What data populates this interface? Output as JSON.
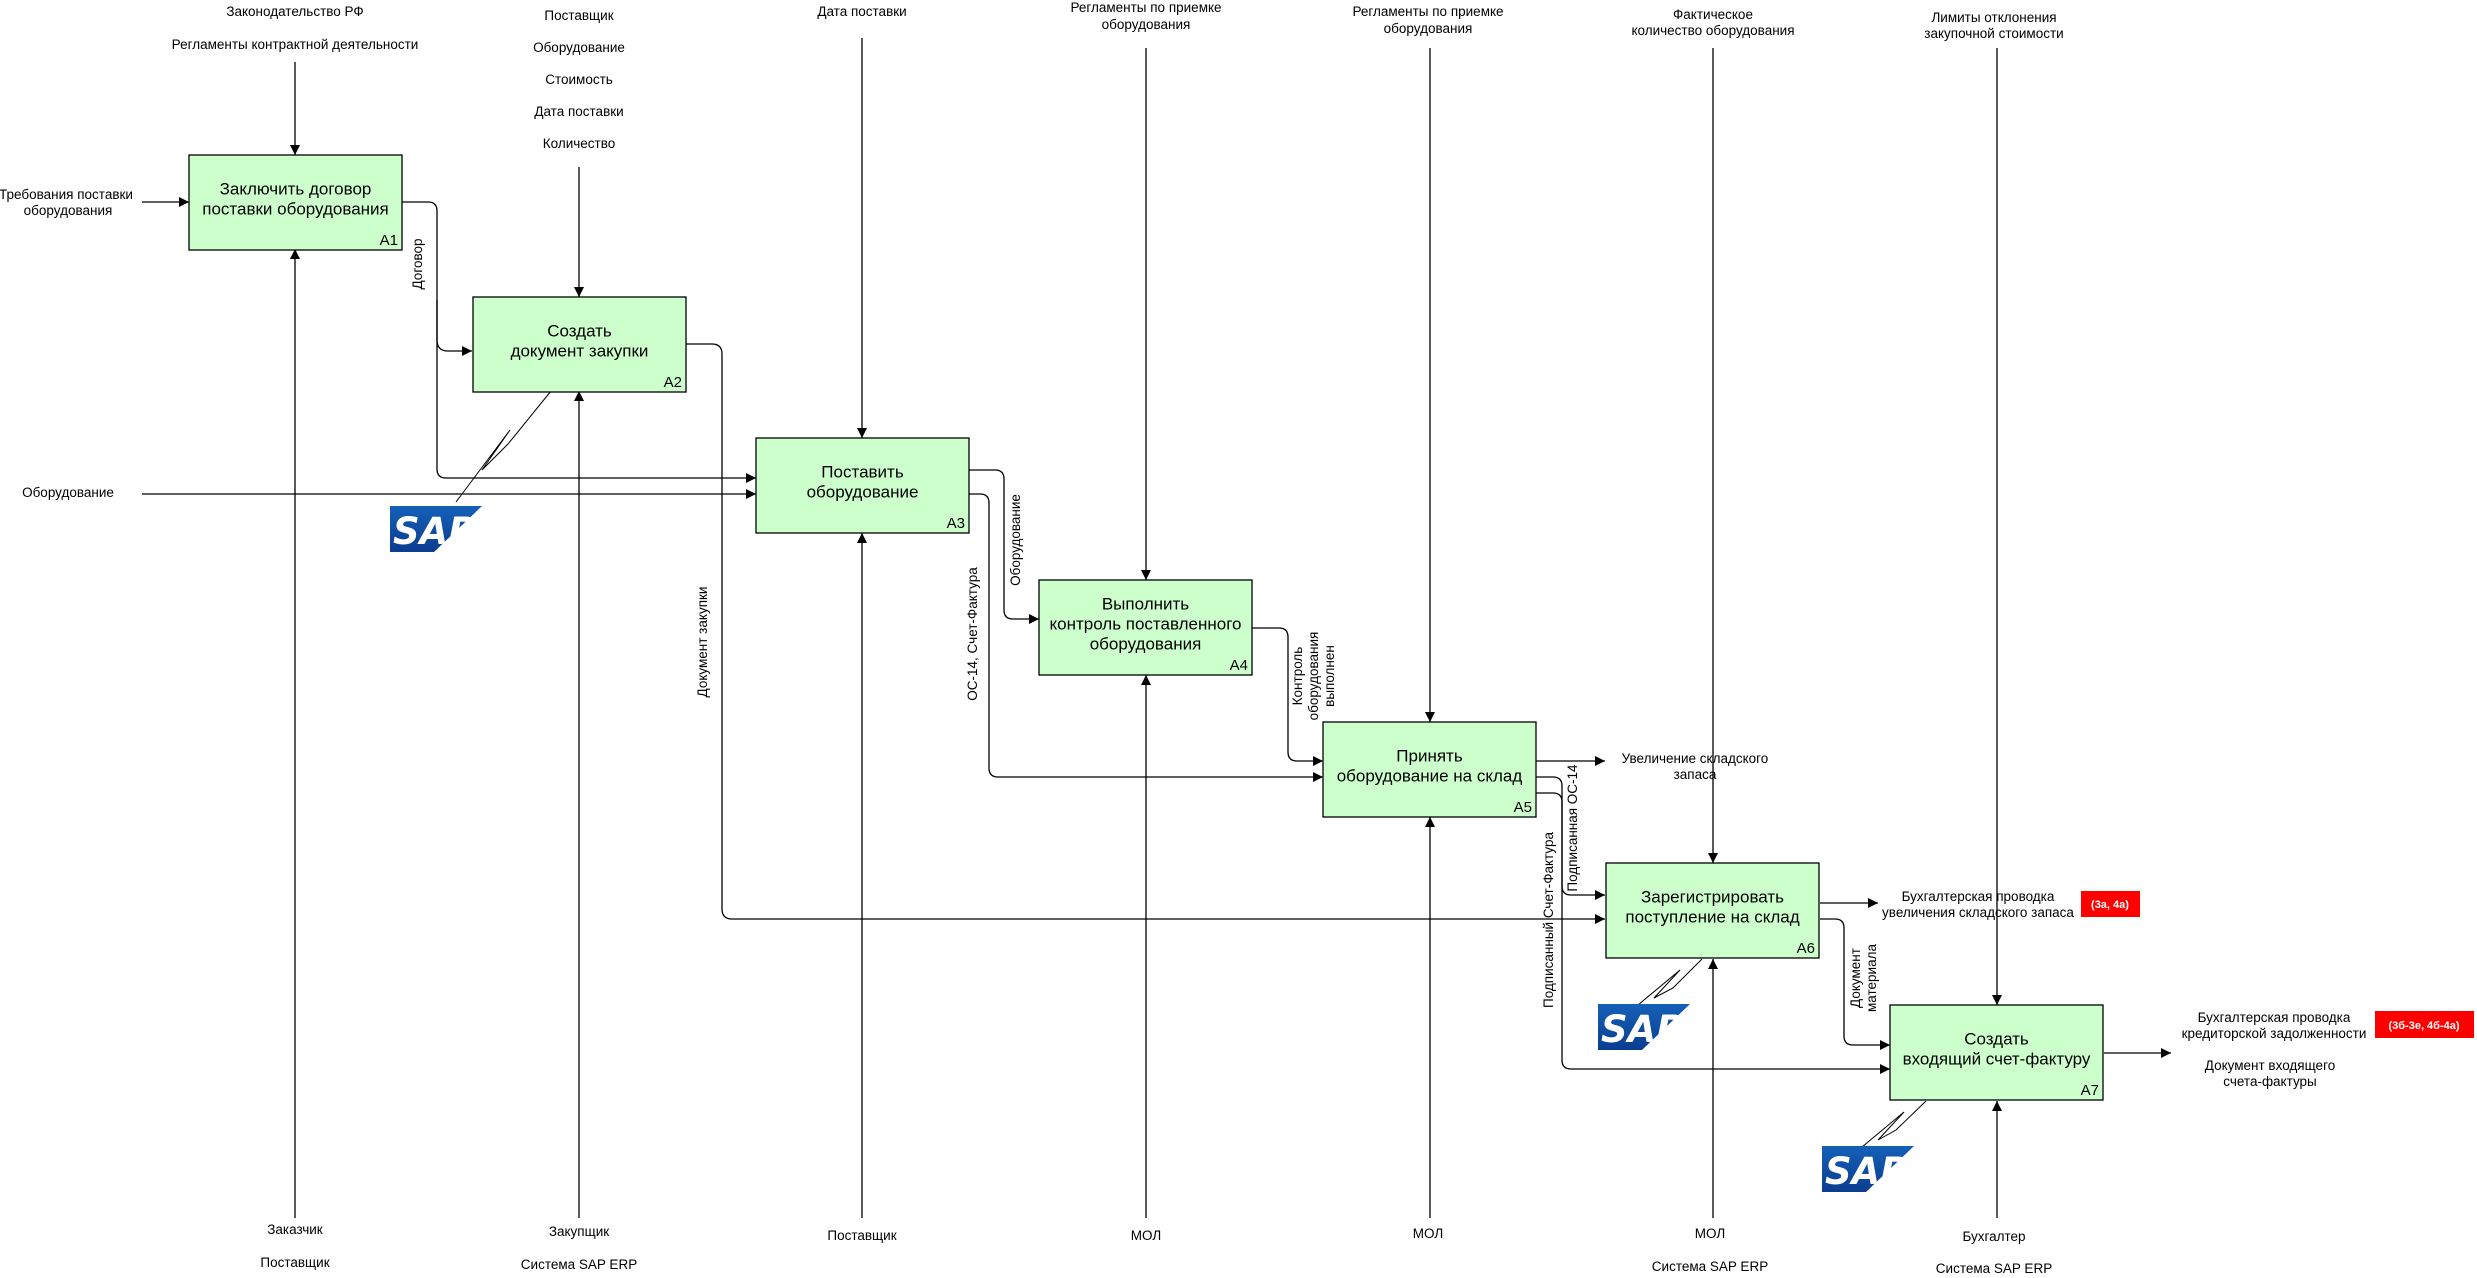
{
  "boxes": [
    {
      "id": "A1",
      "title": [
        "Заключить договор",
        "поставки оборудования"
      ]
    },
    {
      "id": "A2",
      "title": [
        "Создать",
        "документ закупки"
      ]
    },
    {
      "id": "A3",
      "title": [
        "Поставить",
        "оборудование"
      ]
    },
    {
      "id": "A4",
      "title": [
        "Выполнить",
        "контроль поставленного",
        "оборудования"
      ]
    },
    {
      "id": "A5",
      "title": [
        "Принять",
        "оборудование на склад"
      ]
    },
    {
      "id": "A6",
      "title": [
        "Зарегистрировать",
        "поступление на склад"
      ]
    },
    {
      "id": "A7",
      "title": [
        "Создать",
        "входящий счет-фактуру"
      ]
    }
  ],
  "controls": {
    "a1": [
      "Законодательство РФ",
      "Регламенты контрактной деятельности"
    ],
    "a2": [
      "Поставщик",
      "Оборудование",
      "Стоимость",
      "Дата поставки",
      "Количество"
    ],
    "a3": [
      "Дата поставки"
    ],
    "a4": [
      "Регламенты по приемке",
      "оборудования"
    ],
    "a5": [
      "Регламенты по приемке",
      "оборудования"
    ],
    "a6": [
      "Фактическое",
      "количество оборудования"
    ],
    "a7": [
      "Лимиты отклонения",
      "закупочной стоимости"
    ]
  },
  "mechanisms": {
    "a1": [
      "Заказчик",
      "Поставщик"
    ],
    "a2": [
      "Закупщик",
      "Система SAP ERP"
    ],
    "a3": [
      "Поставщик"
    ],
    "a4": [
      "МОЛ"
    ],
    "a5": [
      "МОЛ"
    ],
    "a6": [
      "МОЛ",
      "Система SAP ERP"
    ],
    "a7": [
      "Бухгалтер",
      "Система SAP ERP"
    ]
  },
  "inputs": {
    "a1": [
      "Требования поставки",
      "оборудования"
    ],
    "a3": "Оборудование"
  },
  "arrow_labels": {
    "contract": "Договор",
    "purchase_doc": "Документ закупки",
    "equipment": "Оборудование",
    "os14_invoice": "ОС-14, Счет-Фактура",
    "control_done": [
      "Контроль",
      "оборудования",
      "выполнен"
    ],
    "signed_os14": "Подписанная ОС-14",
    "signed_invoice": "Подписанный Счет-Фактура",
    "material_doc": [
      "Документ",
      "материала"
    ]
  },
  "outputs": {
    "a5": [
      "Увеличение складского",
      "запаса"
    ],
    "a6": [
      "Бухгалтерская проводка",
      "увеличения складского запаса"
    ],
    "a7_posting": [
      "Бухгалтерская проводка",
      "кредиторской задолженности"
    ],
    "a7_doc": [
      "Документ входящего",
      "счета-фактуры"
    ]
  },
  "badges": {
    "a6": "(3а, 4а)",
    "a7": "(3б-3е, 4б-4а)"
  },
  "sap_logo_text": "SAP",
  "colors": {
    "box_fill": "#ccffcc",
    "badge": "#ff0000",
    "sap_blue": "#0a3d8f",
    "line": "#000000"
  }
}
